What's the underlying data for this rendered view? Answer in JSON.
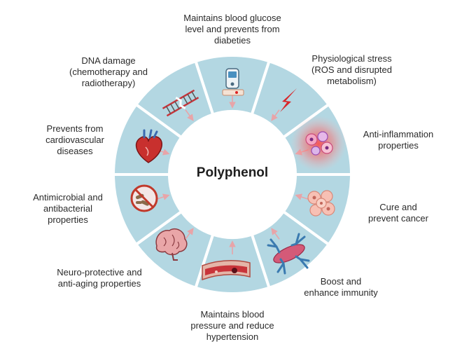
{
  "diagram": {
    "center_label": "Polyphenol",
    "colors": {
      "ring_fill": "#b3d7e2",
      "ring_stroke": "#ffffff",
      "arrow": "#e8a4a8",
      "center_fill": "#ffffff",
      "highlight": "#ff5a5a"
    },
    "segments": [
      {
        "name": "glucose-meter",
        "icon": "glucose-meter-icon",
        "lines": [
          "Maintains blood glucose",
          "level and prevents from",
          "diabeties"
        ]
      },
      {
        "name": "stress",
        "icon": "lightning-icon",
        "lines": [
          "Physiological stress",
          "(ROS and disrupted",
          "metabolism)"
        ]
      },
      {
        "name": "inflammation",
        "icon": "inflamed-cells-icon",
        "lines": [
          "Anti-inflammation",
          "properties"
        ]
      },
      {
        "name": "cancer",
        "icon": "cancer-cells-icon",
        "lines": [
          "Cure and",
          "prevent cancer"
        ]
      },
      {
        "name": "immunity",
        "icon": "antibody-icon",
        "lines": [
          "Boost and",
          "enhance immunity"
        ]
      },
      {
        "name": "blood-pressure",
        "icon": "blood-vessel-icon",
        "lines": [
          "Maintains blood",
          "pressure and reduce",
          "hypertension"
        ]
      },
      {
        "name": "neuro",
        "icon": "brain-icon",
        "lines": [
          "Neuro-protective and",
          "anti-aging properties"
        ]
      },
      {
        "name": "antimicrobial",
        "icon": "no-bacteria-icon",
        "lines": [
          "Antimicrobial and",
          "antibacterial",
          "properties"
        ]
      },
      {
        "name": "cardio",
        "icon": "heart-icon",
        "lines": [
          "Prevents from",
          "cardiovascular",
          "diseases"
        ]
      },
      {
        "name": "dna",
        "icon": "dna-damage-icon",
        "lines": [
          "DNA damage",
          "(chemotherapy and",
          "radiotherapy)"
        ]
      }
    ]
  }
}
